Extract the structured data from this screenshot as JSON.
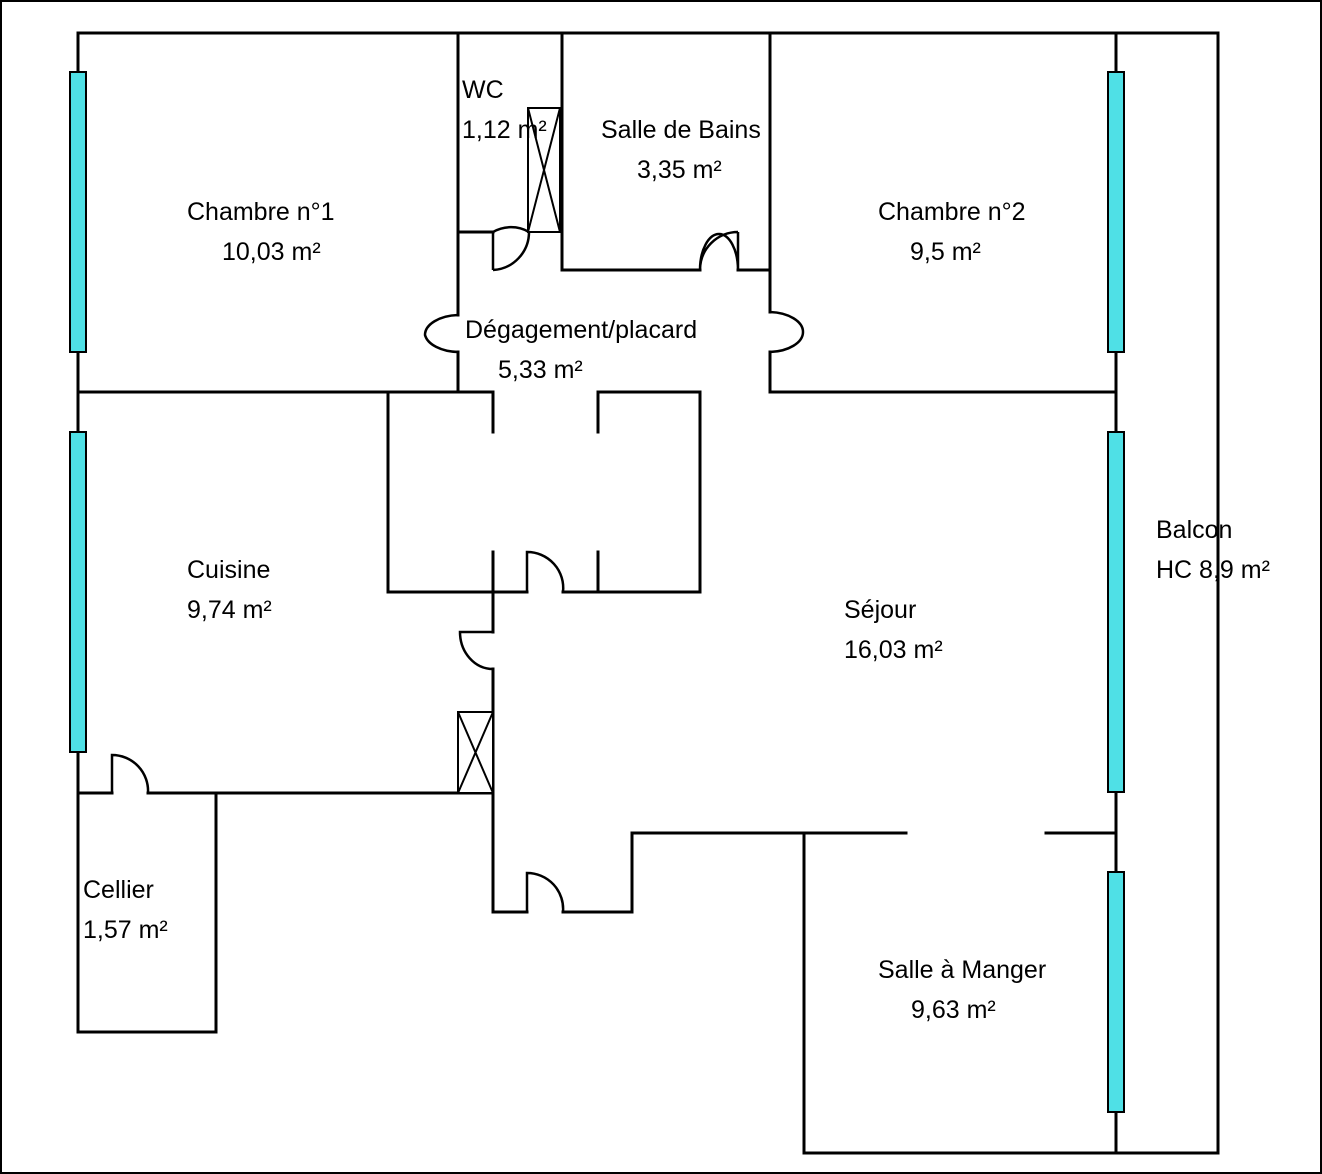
{
  "plan": {
    "window_color": "#4FE0E6",
    "rooms": [
      {
        "id": "chambre-1",
        "name": "Chambre n°1",
        "area": "10,03  m²"
      },
      {
        "id": "wc",
        "name": "WC",
        "area": "1,12  m²"
      },
      {
        "id": "salle-de-bains",
        "name": "Salle de Bains",
        "area": "3,35  m²"
      },
      {
        "id": "chambre-2",
        "name": "Chambre n°2",
        "area": "9,5  m²"
      },
      {
        "id": "degagement",
        "name": "Dégagement/placard",
        "area": "5,33  m²"
      },
      {
        "id": "cuisine",
        "name": "Cuisine",
        "area": "9,74  m²"
      },
      {
        "id": "sejour",
        "name": "Séjour",
        "area": "16,03  m²"
      },
      {
        "id": "balcon",
        "name": "Balcon",
        "area": "HC   8,9  m²"
      },
      {
        "id": "cellier",
        "name": "Cellier",
        "area": "1,57  m²"
      },
      {
        "id": "salle-a-manger",
        "name": "Salle à Manger",
        "area": "9,63  m²"
      }
    ]
  }
}
